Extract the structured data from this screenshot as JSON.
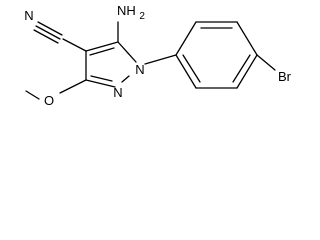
{
  "molecule": {
    "atoms": {
      "cyano_nitrogen": "N",
      "amino": "NH",
      "amino_subscript": "2",
      "methoxy_oxygen": "O",
      "ring_nitrogen_1": "N",
      "ring_nitrogen_2": "N",
      "bromine": "Br"
    }
  },
  "colors": {
    "bond": "#000000",
    "text": "#000000",
    "background": "#ffffff"
  }
}
